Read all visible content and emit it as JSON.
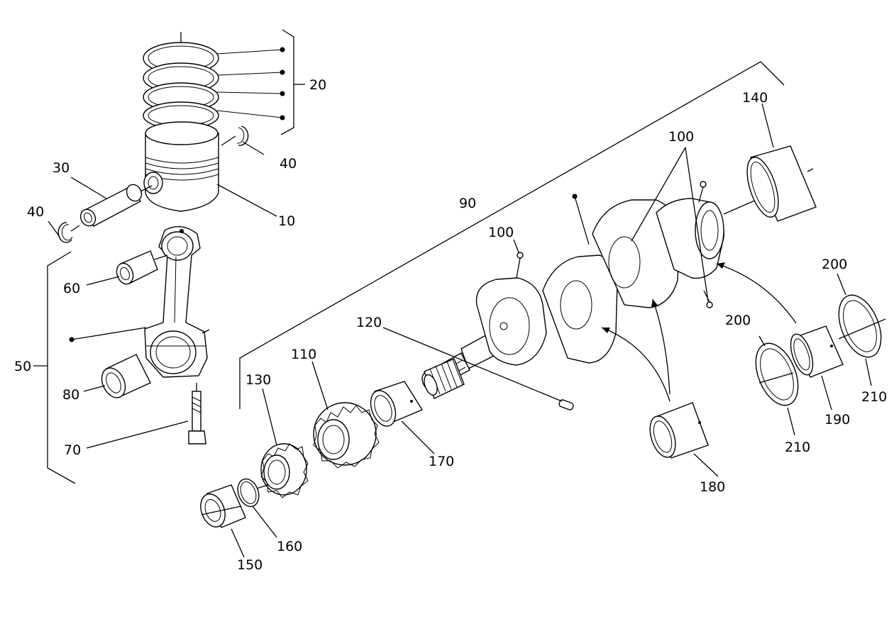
{
  "callouts": {
    "c10": "10",
    "c20": "20",
    "c30": "30",
    "c40a": "40",
    "c40b": "40",
    "c50": "50",
    "c60": "60",
    "c70": "70",
    "c80": "80",
    "c90": "90",
    "c100a": "100",
    "c100b": "100",
    "c110": "110",
    "c120": "120",
    "c130": "130",
    "c140": "140",
    "c150": "150",
    "c160": "160",
    "c170": "170",
    "c180": "180",
    "c190": "190",
    "c200a": "200",
    "c200b": "200",
    "c210a": "210",
    "c210b": "210"
  }
}
